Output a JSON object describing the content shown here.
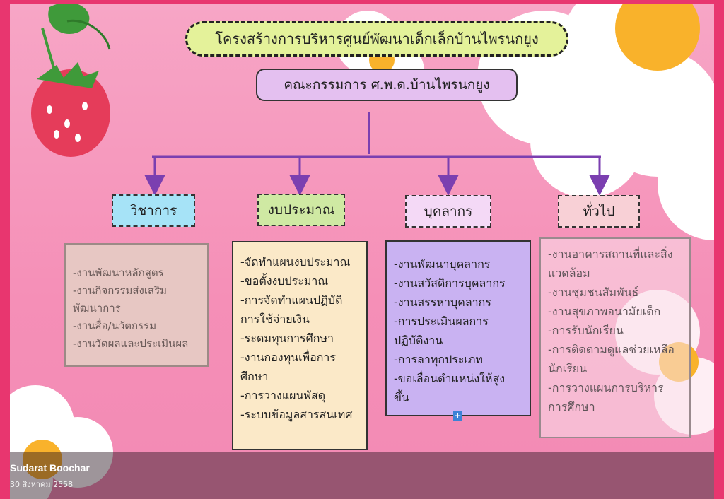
{
  "diagram": {
    "title": "โครงสร้างการบริหารศูนย์พัฒนาเด็กเล็กบ้านไพรนกยูง",
    "committee": "คณะกรรมการ ศ.พ.ด.บ้านไพรนกยูง",
    "categories": [
      {
        "label": "วิชาการ",
        "color": "#a6e3f7",
        "items": [
          "-งานพัฒนาหลักสูตร",
          "-งานกิจกรรมส่งเสริม",
          "พัฒนาการ",
          "-งานสื่อ/นวัตกรรม",
          "-งานวัดผลและประเมินผล"
        ]
      },
      {
        "label": "งบประมาณ",
        "color": "#cfe9a3",
        "items": [
          "-จัดทำแผนงบประมาณ",
          "-ขอตั้งงบประมาณ",
          "-การจัดทำแผนปฏิบัติ",
          "การใช้จ่ายเงิน",
          "-ระดมทุนการศึกษา",
          "-งานกองทุนเพื่อการ",
          "ศึกษา",
          "-การวางแผนพัสดุ",
          "-ระบบข้อมูลสารสนเทศ"
        ]
      },
      {
        "label": "บุคลากร",
        "color": "#f4d9f6",
        "items": [
          "-งานพัฒนาบุคลากร",
          "-งานสวัสดิการบุคลากร",
          "-งานสรรหาบุคลากร",
          "-การประเมินผลการ",
          "ปฏิบัติงาน",
          "-การลาทุกประเภท",
          "-ขอเลื่อนตำแหน่งให้สูง",
          "ขึ้น"
        ]
      },
      {
        "label": "ทั่วไป",
        "color": "#f8d0d6",
        "items": [
          "-งานอาคารสถานที่และสิ่ง",
          "แวดล้อม",
          "-งานชุมชนสัมพันธ์",
          "-งานสุขภาพอนามัยเด็ก",
          "-การรับนักเรียน",
          "-การติดตามดูแลช่วยเหลือ",
          "นักเรียน",
          "-การวางแผนการบริหาร",
          "การศึกษา"
        ]
      }
    ]
  },
  "post": {
    "author": "Sudarat Boochar",
    "date": "30 สิงหาคม 2558"
  },
  "icons": {
    "expand": "plus-icon",
    "decor": [
      "strawberry-icon",
      "flower-icon"
    ]
  },
  "colors": {
    "frame": "#e8366f",
    "connector": "#7b3fb0"
  }
}
